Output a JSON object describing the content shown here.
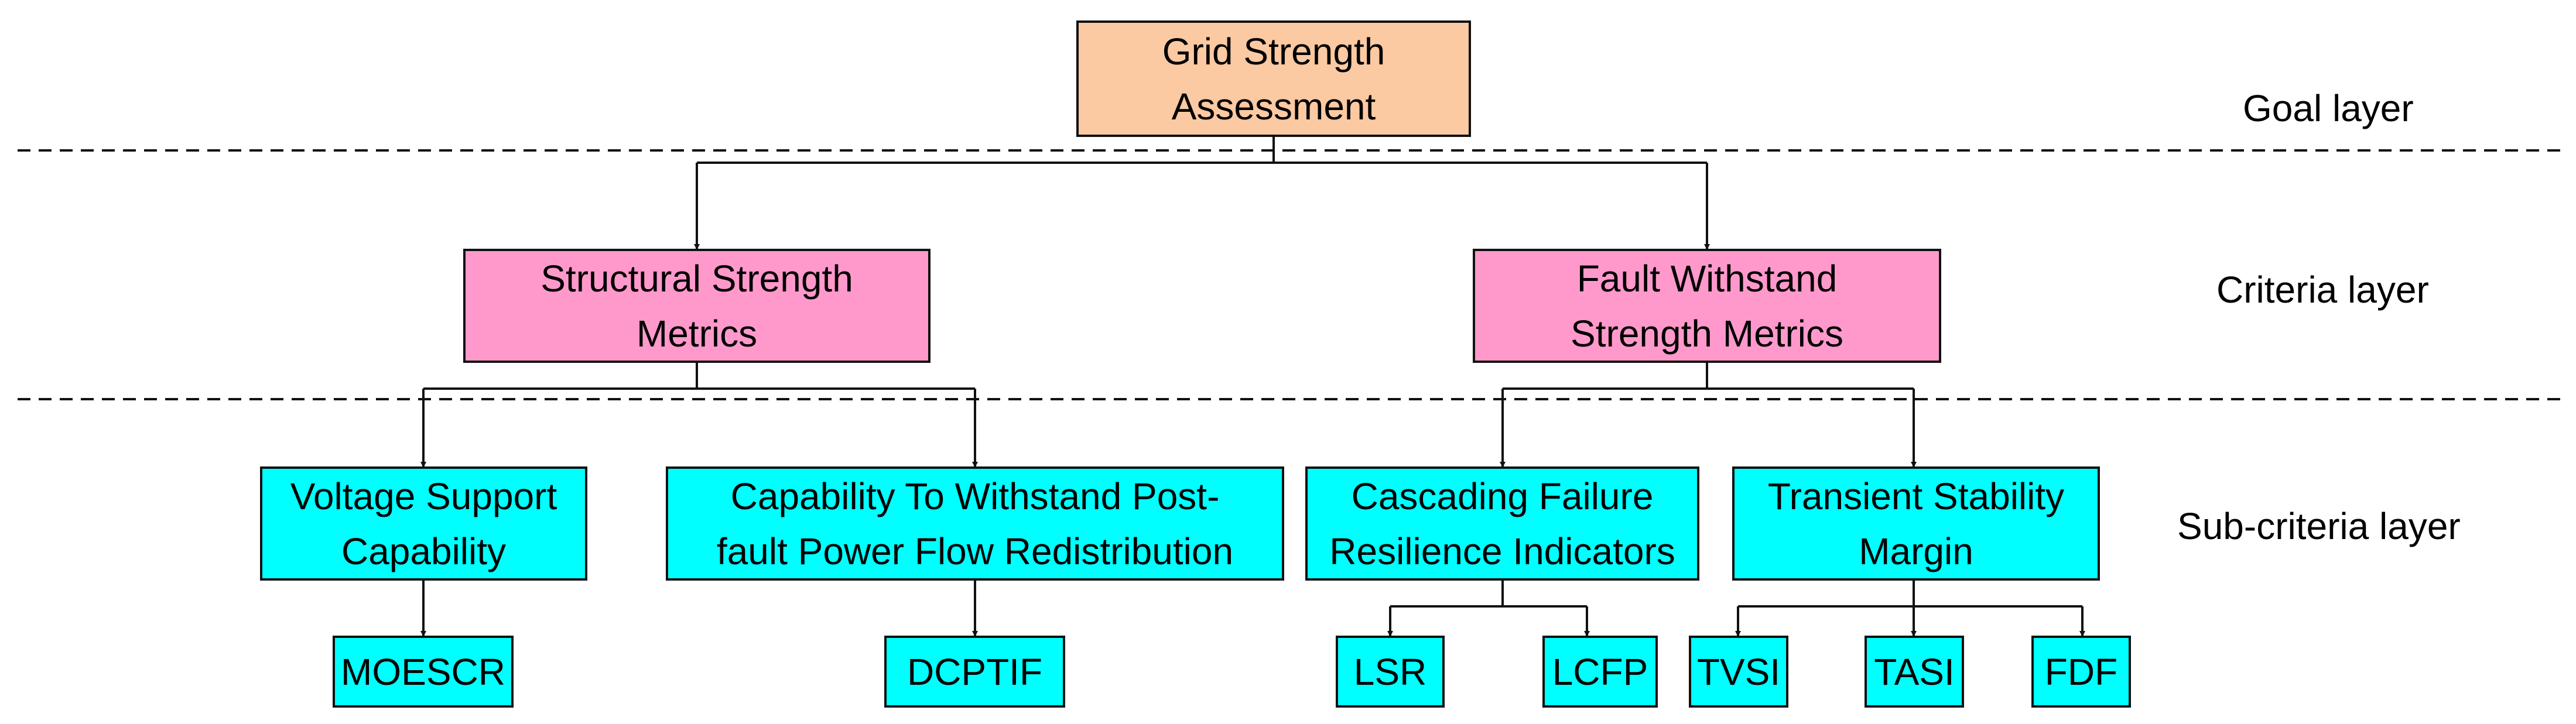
{
  "colors": {
    "goal": "#fbc9a2",
    "criteria": "#ff99cc",
    "sub": "#00ffff",
    "line": "#111111"
  },
  "layers": {
    "goal": "Goal layer",
    "criteria": "Criteria layer",
    "sub": "Sub-criteria layer"
  },
  "goal": {
    "text": "Grid Strength\nAssessment"
  },
  "criteria": [
    {
      "text": "Structural Strength\nMetrics"
    },
    {
      "text": "Fault Withstand\nStrength Metrics"
    }
  ],
  "subcriteria": [
    {
      "text": "Voltage Support\nCapability"
    },
    {
      "text": "Capability To Withstand Post-\nfault Power Flow Redistribution"
    },
    {
      "text": "Cascading Failure\nResilience Indicators"
    },
    {
      "text": "Transient Stability\nMargin"
    }
  ],
  "indicators": [
    {
      "text": "MOESCR"
    },
    {
      "text": "DCPTIF"
    },
    {
      "text": "LSR"
    },
    {
      "text": "LCFP"
    },
    {
      "text": "TVSI"
    },
    {
      "text": "TASI"
    },
    {
      "text": "FDF"
    }
  ]
}
